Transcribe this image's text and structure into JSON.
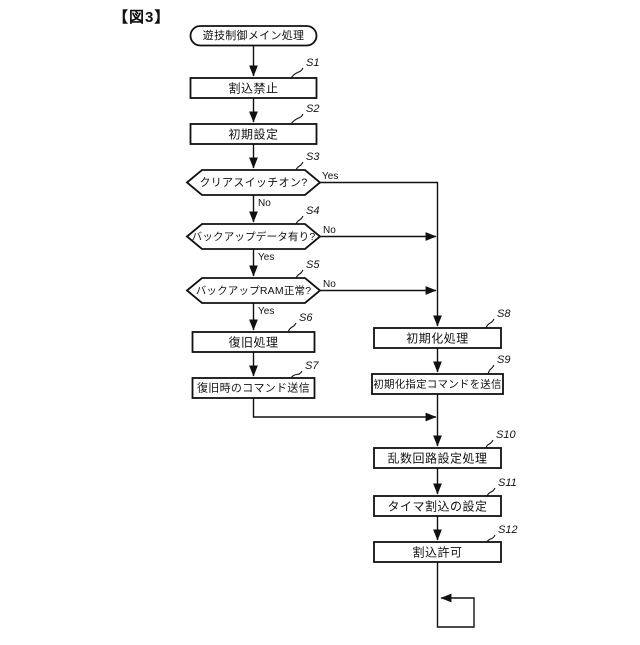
{
  "figure_title": "【図3】",
  "colors": {
    "background": "#ffffff",
    "line": "#111111",
    "text": "#111111"
  },
  "diagram_type": "flowchart",
  "nodes": {
    "start": {
      "label": "遊技制御メイン処理",
      "shape": "terminal"
    },
    "s1": {
      "step": "S1",
      "label": "割込禁止",
      "shape": "process"
    },
    "s2": {
      "step": "S2",
      "label": "初期設定",
      "shape": "process"
    },
    "s3": {
      "step": "S3",
      "label": "クリアスイッチオン?",
      "shape": "decision"
    },
    "s4": {
      "step": "S4",
      "label": "バックアップデータ有り?",
      "shape": "decision"
    },
    "s5": {
      "step": "S5",
      "label": "バックアップRAM正常?",
      "shape": "decision"
    },
    "s6": {
      "step": "S6",
      "label": "復旧処理",
      "shape": "process"
    },
    "s7": {
      "step": "S7",
      "label": "復旧時のコマンド送信",
      "shape": "process"
    },
    "s8": {
      "step": "S8",
      "label": "初期化処理",
      "shape": "process"
    },
    "s9": {
      "step": "S9",
      "label": "初期化指定コマンドを送信",
      "shape": "process"
    },
    "s10": {
      "step": "S10",
      "label": "乱数回路設定処理",
      "shape": "process"
    },
    "s11": {
      "step": "S11",
      "label": "タイマ割込の設定",
      "shape": "process"
    },
    "s12": {
      "step": "S12",
      "label": "割込許可",
      "shape": "process"
    }
  },
  "edge_labels": {
    "s3_yes": "Yes",
    "s3_no": "No",
    "s4_no": "No",
    "s4_yes": "Yes",
    "s5_no": "No",
    "s5_yes": "Yes"
  },
  "edges": [
    {
      "from": "start",
      "to": "S1"
    },
    {
      "from": "S1",
      "to": "S2"
    },
    {
      "from": "S2",
      "to": "S3"
    },
    {
      "from": "S3",
      "to": "S8",
      "label": "Yes"
    },
    {
      "from": "S3",
      "to": "S4",
      "label": "No"
    },
    {
      "from": "S4",
      "to": "S8",
      "label": "No"
    },
    {
      "from": "S4",
      "to": "S5",
      "label": "Yes"
    },
    {
      "from": "S5",
      "to": "S8",
      "label": "No"
    },
    {
      "from": "S5",
      "to": "S6",
      "label": "Yes"
    },
    {
      "from": "S6",
      "to": "S7"
    },
    {
      "from": "S7",
      "to": "S10"
    },
    {
      "from": "S8",
      "to": "S9"
    },
    {
      "from": "S9",
      "to": "S10"
    },
    {
      "from": "S10",
      "to": "S11"
    },
    {
      "from": "S11",
      "to": "S12"
    },
    {
      "from": "S12",
      "to": "endless-loop"
    }
  ]
}
